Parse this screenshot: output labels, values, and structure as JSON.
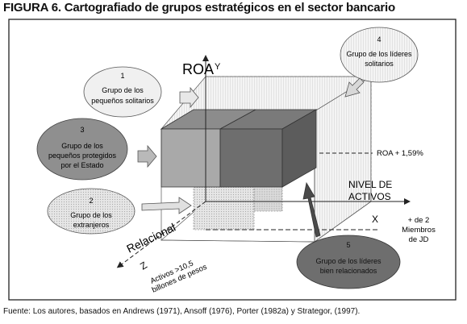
{
  "figure": {
    "title": "FIGURA 6. Cartografiado de grupos estratégicos en el sector bancario",
    "source": "Fuente: Los autores, basados en Andrews (1971), Ansoff (1976), Porter (1982a) y Strategor, (1997)."
  },
  "axes": {
    "y_letter": "Y",
    "y_label": "ROA",
    "x_letter": "X",
    "x_label_line1": "NIVEL DE",
    "x_label_line2": "ACTIVOS",
    "z_letter": "Z",
    "z_label": "Relacional"
  },
  "thresholds": {
    "roa": "ROA + 1,59%",
    "activos_line1": "Activos >10,5",
    "activos_line2": "billones de pesos",
    "jd_line1": "+ de 2",
    "jd_line2": "Miembros",
    "jd_line3": "de JD"
  },
  "groups": [
    {
      "number": "1",
      "line1": "Grupo de los",
      "line2": "pequeños solitarios",
      "line3": ""
    },
    {
      "number": "3",
      "line1": "Grupo de los",
      "line2": "pequeños protegidos",
      "line3": "por el Estado"
    },
    {
      "number": "2",
      "line1": "Grupo de los",
      "line2": "extranjeros",
      "line3": ""
    },
    {
      "number": "4",
      "line1": "Grupo de los líderes",
      "line2": "solitarios",
      "line3": ""
    },
    {
      "number": "5",
      "line1": "Grupo de los líderes",
      "line2": "bien relacionados",
      "line3": ""
    }
  ],
  "colors": {
    "frame": "#222222",
    "light_fill": "#eeeeee",
    "mid_fill": "#a9a9a9",
    "dark_fill": "#6e6e6e",
    "darker_fill": "#5c5c5c",
    "top_fill": "#8c8c8c"
  }
}
